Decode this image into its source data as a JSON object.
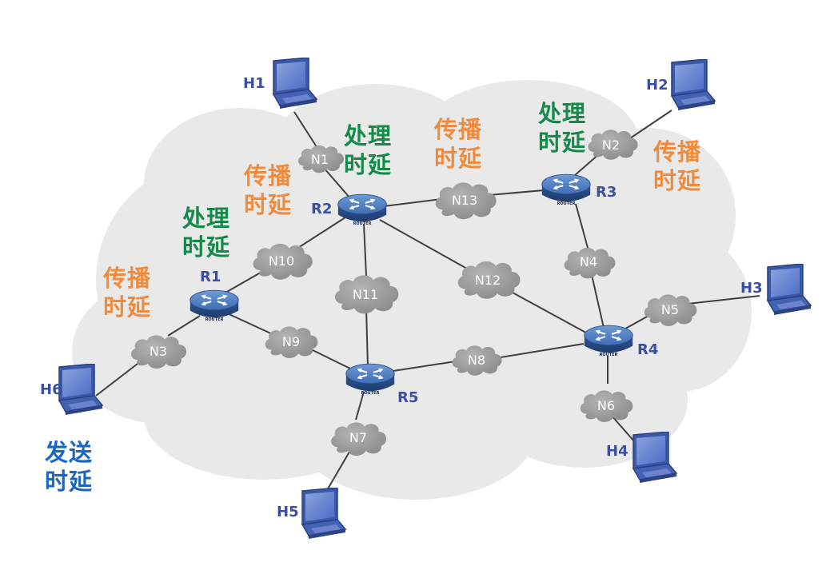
{
  "colors": {
    "propagation_delay": "#f08a3c",
    "processing_delay": "#138a4a",
    "transmission_delay": "#1a66c4",
    "router_body": "#3d6fb8",
    "node_label": "#3b4fa0",
    "network_cloud": "#9a9a9a",
    "background_cloud": "#e9e9e9"
  },
  "hosts": {
    "H1": "H1",
    "H2": "H2",
    "H3": "H3",
    "H4": "H4",
    "H5": "H5",
    "H6": "H6"
  },
  "routers": {
    "R1": "R1",
    "R2": "R2",
    "R3": "R3",
    "R4": "R4",
    "R5": "R5",
    "badge": "ROUTER"
  },
  "networks": {
    "N1": "N1",
    "N2": "N2",
    "N3": "N3",
    "N4": "N4",
    "N5": "N5",
    "N6": "N6",
    "N7": "N7",
    "N8": "N8",
    "N9": "N9",
    "N10": "N10",
    "N11": "N11",
    "N12": "N12",
    "N13": "N13"
  },
  "annotations": {
    "propagation": [
      "传播",
      "时延"
    ],
    "processing": [
      "处理",
      "时延"
    ],
    "transmission": [
      "发送",
      "时延"
    ]
  }
}
